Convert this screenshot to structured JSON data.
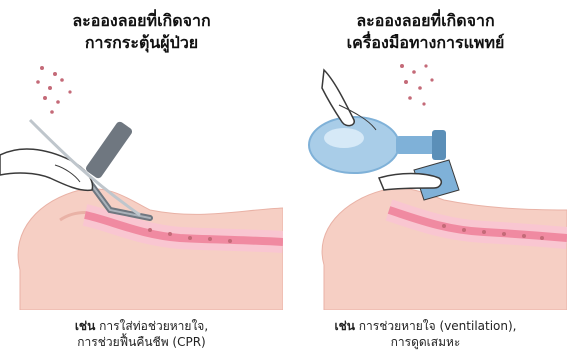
{
  "colors": {
    "skin": "#f6cfc4",
    "skin_shadow": "#e9b2a6",
    "airway": "#f08aa1",
    "airway_light": "#f9c6d1",
    "droplet": "#c46a78",
    "bag": "#a9cde8",
    "bag_shade": "#7fb1d8",
    "metal": "#6f7780",
    "glove": "#ffffff",
    "outline": "#3a3a3a"
  },
  "panels": [
    {
      "title_line1": "ละอองลอยที่เกิดจาก",
      "title_line2": "การกระตุ้นผู้ป่วย",
      "caption_prefix": "เช่น",
      "caption_line1": " การใส่ท่อช่วยหายใจ,",
      "caption_line2": "การช่วยฟื้นคืนชีพ (CPR)"
    },
    {
      "title_line1": "ละอองลอยที่เกิดจาก",
      "title_line2": "เครื่องมือทางการแพทย์",
      "caption_prefix": "เช่น",
      "caption_line1": " การช่วยหายใจ (ventilation),",
      "caption_line2": "การดูดเสมหะ"
    }
  ]
}
